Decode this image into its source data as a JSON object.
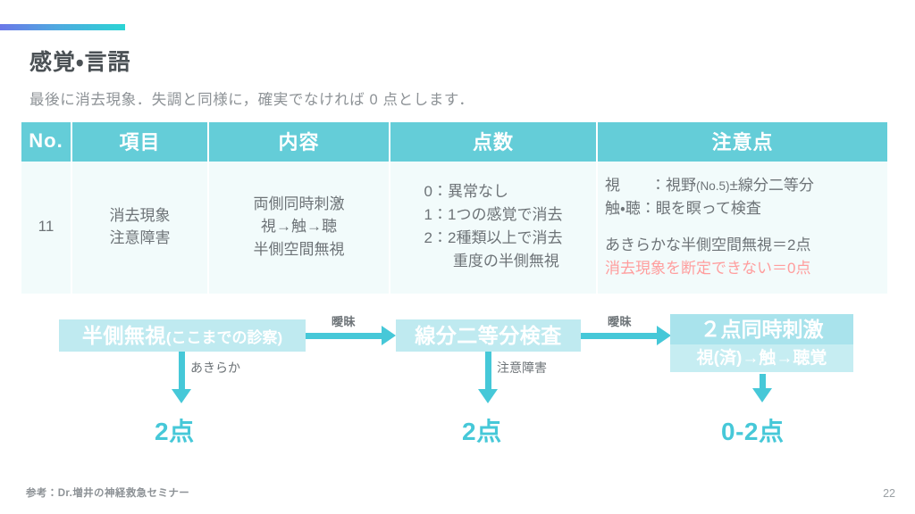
{
  "slide": {
    "title": "感覚・言語",
    "subtitle": "最後に消去現象．失調と同様に，確実でなければ 0 点とします．",
    "accent_gradient_from": "#6b77e8",
    "accent_gradient_to": "#2ad4d4"
  },
  "table": {
    "header_bg": "#64cdd8",
    "body_bg": "#f2fbfb",
    "warn_color": "#ff9d9d",
    "headers": [
      "No.",
      "項目",
      "内容",
      "点数",
      "注意点"
    ],
    "row": {
      "no": "11",
      "item_lines": [
        "消去現象",
        "注意障害"
      ],
      "content_lines": [
        "両側同時刺激",
        "視→触→聴",
        "半側空間無視"
      ],
      "score_lines": [
        "0：異常なし",
        "1：1つの感覚で消去",
        "2：2種類以上で消去"
      ],
      "score_indent_line": "重度の半側無視",
      "notes_line1_a": "視　　：視野",
      "notes_line1_small": "(No.5)",
      "notes_line1_b": "±線分二等分",
      "notes_line2": "触・聴：眼を瞑って検査",
      "notes_line3": "あきらかな半側空間無視＝2点",
      "notes_line4_warn": "消去現象を断定できない＝0点"
    }
  },
  "flow": {
    "box_color": "#bfeaf0",
    "arrow_color": "#46c8d8",
    "output_color": "#46c8d8",
    "box1": {
      "main": "半側無視",
      "sub": "(ここまでの診察)"
    },
    "box2": {
      "main": "線分二等分検査"
    },
    "box3": {
      "main": "２点同時刺激",
      "sub": "視(済)→触→聴覚"
    },
    "h_arrow1_label": "曖昧",
    "h_arrow2_label": "曖昧",
    "v_arrow1_label": "あきらか",
    "v_arrow2_label": "注意障害",
    "output1": "2点",
    "output2": "2点",
    "output3": "0-2点"
  },
  "footer": {
    "reference": "参考：Dr.増井の神経救急セミナー",
    "page_number": "22"
  }
}
